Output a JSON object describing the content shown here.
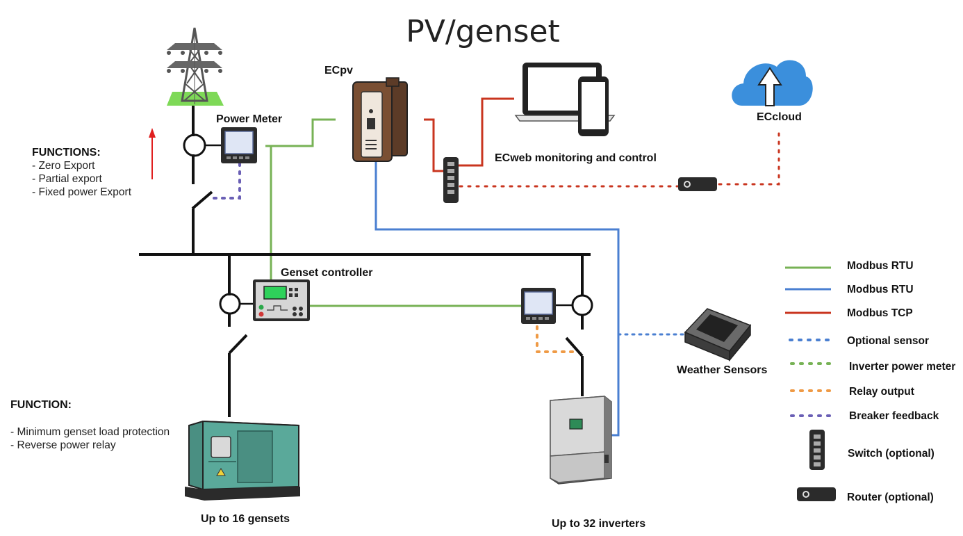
{
  "title": "PV/genset",
  "labels": {
    "ecpv": "ECpv",
    "power_meter": "Power Meter",
    "ecweb": "ECweb monitoring and control",
    "eccloud": "ECcloud",
    "genset_controller": "Genset controller",
    "weather_sensors": "Weather Sensors",
    "gensets": "Up to 16 gensets",
    "inverters": "Up to 32 inverters"
  },
  "functions_grid": {
    "heading": "FUNCTIONS:",
    "items": [
      "- Zero Export",
      "- Partial export",
      "- Fixed power Export"
    ]
  },
  "functions_genset": {
    "heading": "FUNCTION:",
    "items": [
      "- Minimum genset load protection",
      "- Reverse power relay"
    ]
  },
  "legend": [
    {
      "label": "Modbus RTU",
      "color": "#77b255",
      "style": "solid"
    },
    {
      "label": "Modbus RTU",
      "color": "#4a7fd1",
      "style": "solid"
    },
    {
      "label": "Modbus TCP",
      "color": "#c9351f",
      "style": "solid"
    },
    {
      "label": "Optional sensor",
      "color": "#4a7fd1",
      "style": "dotted"
    },
    {
      "label": "Inverter power meter",
      "color": "#77b255",
      "style": "dotted"
    },
    {
      "label": "Relay output",
      "color": "#ef9a45",
      "style": "dotted"
    },
    {
      "label": "Breaker feedback",
      "color": "#6a5fb5",
      "style": "dotted"
    },
    {
      "label": "Switch (optional)",
      "icon": "switch-icon"
    },
    {
      "label": "Router (optional)",
      "icon": "router-icon"
    }
  ],
  "colors": {
    "modbus_rtu_green": "#77b255",
    "modbus_rtu_blue": "#4a7fd1",
    "modbus_tcp_red": "#c9351f",
    "optional_sensor": "#4a7fd1",
    "relay_output": "#ef9a45",
    "breaker_feedback": "#6a5fb5",
    "cloud": "#3b8fdc",
    "genset_body": "#5aa99a",
    "ecpv_body": "#7a4f33"
  }
}
